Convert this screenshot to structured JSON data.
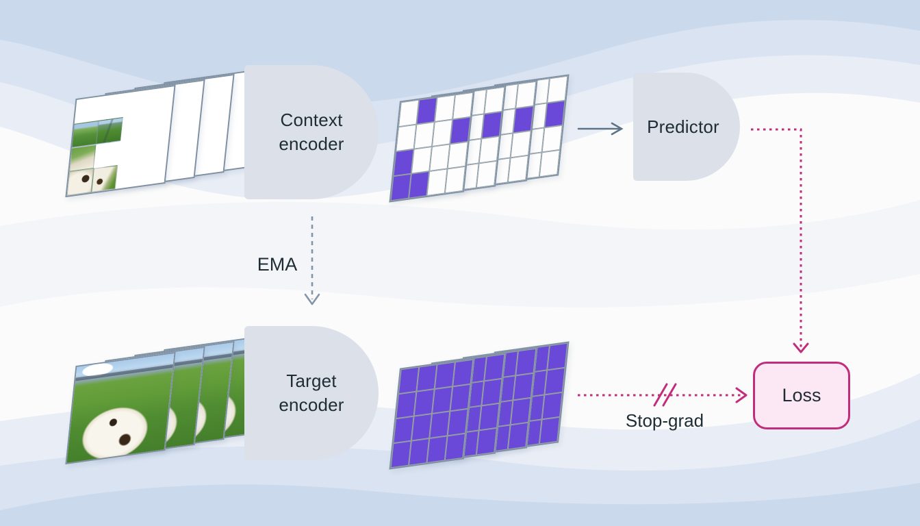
{
  "diagram": {
    "context_encoder": {
      "line1": "Context",
      "line2": "encoder"
    },
    "target_encoder": {
      "line1": "Target",
      "line2": "encoder"
    },
    "predictor": {
      "label": "Predictor"
    },
    "loss": {
      "label": "Loss"
    },
    "ema_label": "EMA",
    "stop_grad_label": "Stop-grad"
  },
  "grids": {
    "rows": 4,
    "cols": 4,
    "frame_count": 4,
    "context_pattern": [
      [
        0,
        1,
        0,
        0
      ],
      [
        0,
        0,
        0,
        1
      ],
      [
        1,
        0,
        0,
        0
      ],
      [
        1,
        1,
        0,
        0
      ]
    ],
    "target_pattern": [
      [
        1,
        1,
        1,
        1
      ],
      [
        1,
        1,
        1,
        1
      ],
      [
        1,
        1,
        1,
        1
      ],
      [
        1,
        1,
        1,
        1
      ]
    ]
  },
  "frames": {
    "count": 4,
    "masked_cells": [
      {
        "row": 1,
        "col": 0,
        "kind": "grass-a"
      },
      {
        "row": 1,
        "col": 1,
        "kind": "grass-b"
      },
      {
        "row": 2,
        "col": 0,
        "kind": "dog-top"
      },
      {
        "row": 3,
        "col": 0,
        "kind": "dog-a"
      },
      {
        "row": 3,
        "col": 1,
        "kind": "dog-b"
      }
    ]
  },
  "colors": {
    "purple": "#6b49d8",
    "pink": "#c22d7b",
    "pink_fill": "#fce8f4",
    "block_fill": "#dce1e9",
    "text": "#1e2c35",
    "arrow_gray": "#5e7388",
    "ema_gray": "#8595a9"
  }
}
